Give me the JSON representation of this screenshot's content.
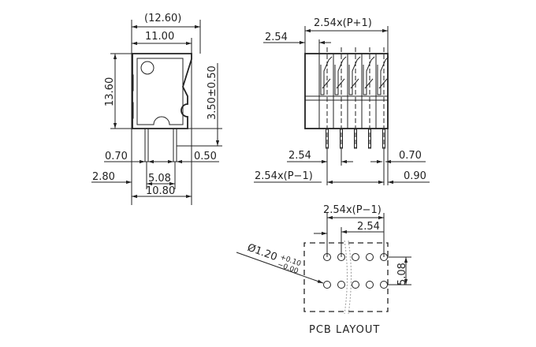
{
  "side_view": {
    "overall_width": "(12.60)",
    "body_width": "11.00",
    "height": "13.60",
    "pin_length": "3.50±0.50",
    "pin_width_left": "0.70",
    "pin_width_right": "0.50",
    "offset": "2.80",
    "pin_pitch": "5.08",
    "base_width": "10.80"
  },
  "front_view": {
    "total_length": "2.54x(P+1)",
    "end_offset": "2.54",
    "pitch": "2.54",
    "pin_span": "2.54x(P−1)",
    "pin_width": "0.70",
    "end_clearance": "0.90"
  },
  "pcb_layout": {
    "title": "PCB LAYOUT",
    "pin_span": "2.54x(P−1)",
    "pitch": "2.54",
    "row_spacing": "5.08",
    "hole_diameter": "Ø1.20",
    "tol_plus": "+0.10",
    "tol_minus": "−0.00"
  }
}
